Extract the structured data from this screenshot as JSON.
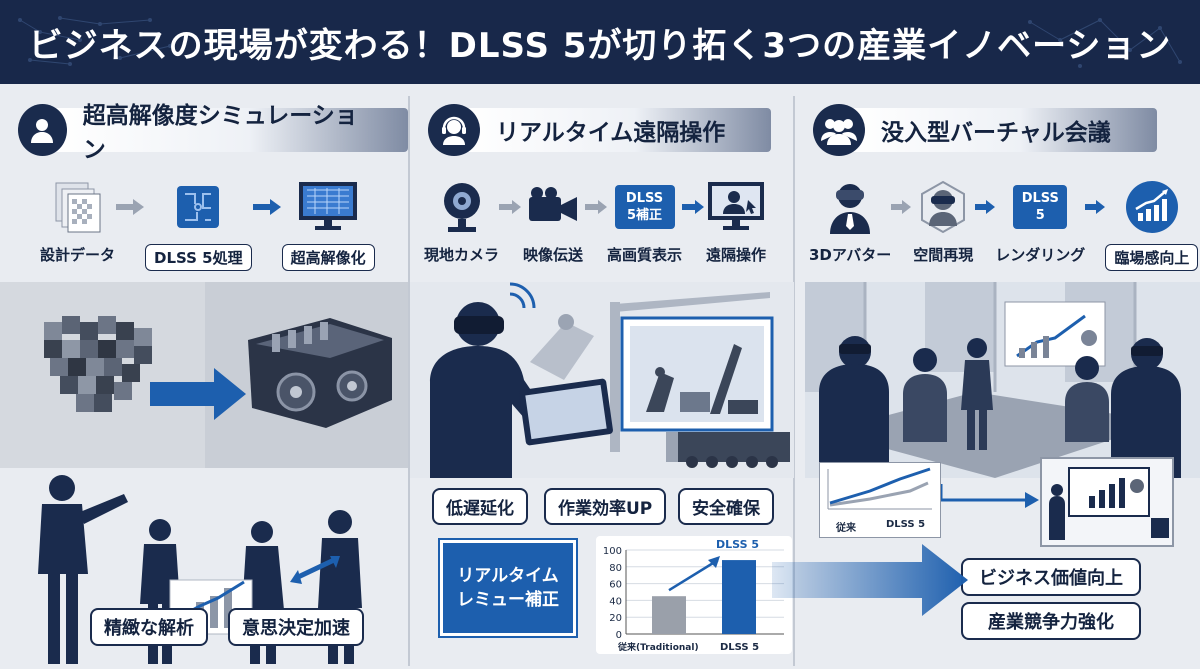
{
  "title": "ビジネスの現場が変わる！DLSS 5が切り拓く3つの産業イノベーション",
  "colors": {
    "navy": "#18284a",
    "accent": "#1d5fae",
    "bg": "#e9ecf1"
  },
  "panels": [
    {
      "heading": "超高解像度シミュレーション",
      "icon": "person-icon",
      "steps": [
        "設計データ",
        "DLSS 5処理",
        "超高解像化"
      ],
      "badges": [
        "精緻な解析",
        "意思決定加速"
      ]
    },
    {
      "heading": "リアルタイム遠隔操作",
      "icon": "headset-icon",
      "steps": [
        "現地カメラ",
        "映像伝送",
        "高画質表示",
        "遠隔操作"
      ],
      "dlss_box": "DLSS\n5補正",
      "badges": [
        "低遅延化",
        "作業効率UP",
        "安全確保"
      ],
      "callout": "リアルタイム\nレミュー補正",
      "chart": {
        "ticks": [
          "100",
          "80",
          "60",
          "40",
          "20",
          "0"
        ],
        "label_old": "従来(Traditional)",
        "label_new": "DLSS 5",
        "label_top": "DLSS 5"
      }
    },
    {
      "heading": "没入型バーチャル会議",
      "icon": "group-icon",
      "steps": [
        "3Dアバター",
        "空間再現",
        "レンダリング",
        "臨場感向上"
      ],
      "dlss_box": "DLSS\n5",
      "mini_chart": {
        "label_old": "従来",
        "label_new": "DLSS 5"
      },
      "outcomes": [
        "ビジネス価値向上",
        "産業競争力強化"
      ]
    }
  ],
  "chart_data": {
    "type": "bar",
    "categories": [
      "従来(Traditional)",
      "DLSS 5"
    ],
    "values": [
      45,
      88
    ],
    "title": "",
    "xlabel": "",
    "ylabel": "",
    "ylim": [
      0,
      100
    ]
  }
}
